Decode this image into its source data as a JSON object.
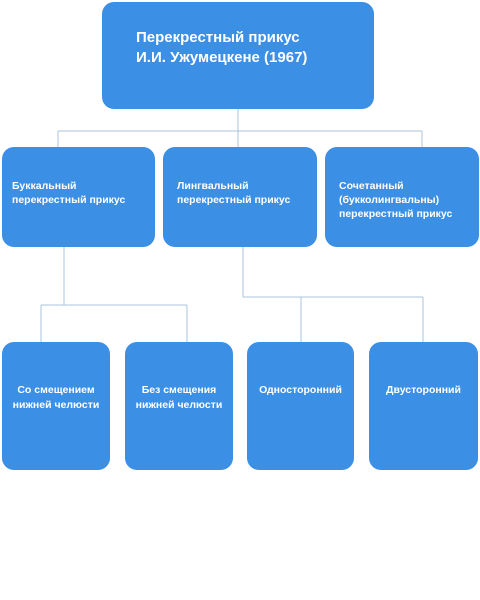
{
  "root": {
    "label": "Перекрестный прикус\nИ.И. Ужумецкене (1967)"
  },
  "categories": [
    {
      "label": "Буккальный\nперекрестный прикус"
    },
    {
      "label": "Лингвальный\nперекрестный прикус"
    },
    {
      "label": "Сочетанный\n(букколингвальны)\nперекрестный прикус"
    }
  ],
  "subtypes": [
    {
      "label": "Со смещением\nнижней челюсти"
    },
    {
      "label": "Без смещения\nнижней челюсти"
    },
    {
      "label": "Односторонний"
    },
    {
      "label": "Двусторонний"
    }
  ],
  "colors": {
    "box": "#3b8fe4",
    "line": "#a9c4e0"
  }
}
